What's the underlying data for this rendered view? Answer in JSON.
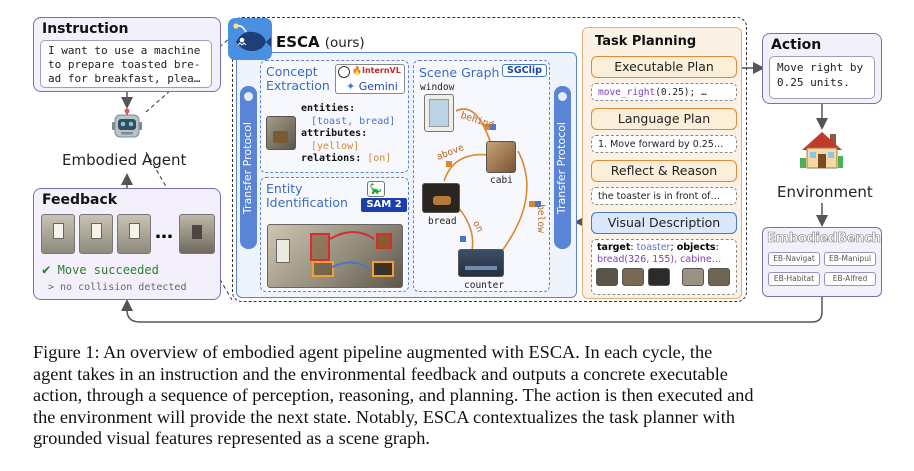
{
  "instruction": {
    "title": "Instruction",
    "lines": [
      "I want to use a machine",
      "to prepare toasted bre-",
      "ad for breakfast, plea…"
    ]
  },
  "agent": {
    "label": "Embodied Agent"
  },
  "feedback": {
    "title": "Feedback",
    "ellipsis": "…",
    "success": "Move succeeded",
    "detail": "> no collision detected"
  },
  "esca": {
    "title": "ESCA",
    "subtitle": "(ours)",
    "transfer_protocol": "Transfer Protocol",
    "concept": {
      "title_line1": "Concept",
      "title_line2": "Extraction",
      "model_a": "InternVL",
      "model_b": "Gemini",
      "entities_key": "entities",
      "entities_val": "[toast, bread]",
      "attributes_key": "attributes",
      "attributes_val": "[yellow]",
      "relations_key": "relations",
      "relations_val": "[on]"
    },
    "entity": {
      "title_line1": "Entity",
      "title_line2": "Identification",
      "model": "SAM 2"
    },
    "scene_graph": {
      "title": "Scene Graph",
      "badge": "SGClip",
      "nodes": [
        "window",
        "cabi",
        "bread",
        "counter"
      ],
      "edges": [
        "behind",
        "above",
        "on",
        "below"
      ]
    }
  },
  "task_planning": {
    "title": "Task Planning",
    "executable_plan": "Executable Plan",
    "executable_code_fn": "move_right",
    "executable_code_arg": "(0.25); …",
    "language_plan": "Language Plan",
    "language_plan_text": "1. Move forward by 0.25…",
    "reflect": "Reflect & Reason",
    "reflect_text": "the toaster is in front of…",
    "visual_description": "Visual Description",
    "vd_target_key": "target",
    "vd_target_val": "toaster",
    "vd_objects_key": "objects",
    "vd_line2": "bread(326, 155), cabine…"
  },
  "action": {
    "title": "Action",
    "lines": [
      "Move right by",
      "0.25 units."
    ]
  },
  "environment": {
    "label": "Environment",
    "bench": "EmbodiedBench",
    "bench_items": [
      "EB-Navigat",
      "EB-Manipul",
      "EB-Habitat",
      "EB-Alfred"
    ]
  },
  "caption": {
    "lines": [
      "Figure 1:  An overview of embodied agent pipeline augmented with ESCA. In each cycle, the",
      "agent takes in an instruction and the environmental feedback and outputs a concrete executable",
      "action, through a sequence of perception, reasoning, and planning. The action is then executed and",
      "the environment will provide the next state. Notably, ESCA contextualizes the task planner with",
      "grounded visual features represented as a scene graph."
    ]
  },
  "colors": {
    "purple": "#7b6db3",
    "blue": "#4a76c9",
    "orange": "#e08a3a",
    "green": "#2e7d32"
  }
}
